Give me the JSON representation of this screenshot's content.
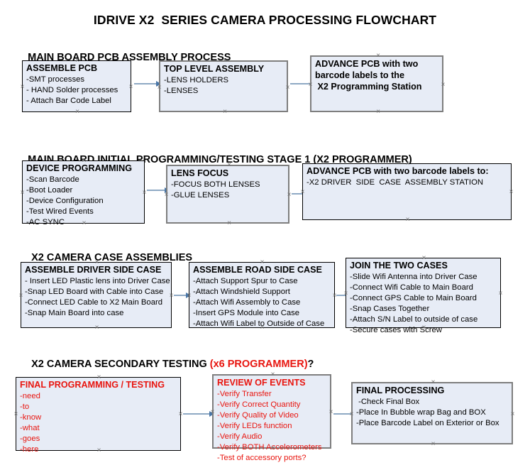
{
  "document": {
    "title": "IDRIVE X2  SERIES CAMERA PROCESSING FLOWCHART",
    "accent_red": "#e8150f",
    "box_fill": "#e7ecf6",
    "arrow_color": "#8ea9c4",
    "arrowhead_color": "#4a77a8"
  },
  "sections": [
    {
      "id": "main-board-pcb-assembly",
      "header": "MAIN BOARD PCB ASSEMBLY PROCESS",
      "header_suffix": "",
      "nodes": [
        {
          "id": "assemble-pcb",
          "title": "ASSEMBLE PCB",
          "lines": [
            "-SMT processes",
            "- HAND Solder processes",
            "- Attach Bar Code Label"
          ]
        },
        {
          "id": "top-level-assembly",
          "title": "TOP LEVEL ASSEMBLY",
          "lines": [
            "-LENS HOLDERS",
            "-LENSES"
          ]
        },
        {
          "id": "advance-pcb-to-x2-programming-station",
          "title": "ADVANCE PCB with two",
          "lines": [
            "barcode labels to the",
            " X2 Programming Station"
          ]
        }
      ]
    },
    {
      "id": "main-board-initial-programming",
      "header": "MAIN BOARD INITIAL PROGRAMMING/TESTING STAGE 1 (X2 PROGRAMMER)",
      "header_suffix": "",
      "nodes": [
        {
          "id": "device-programming",
          "title": "DEVICE PROGRAMMING",
          "lines": [
            "-Scan Barcode",
            "-Boot Loader",
            "-Device Configuration",
            "-Test Wired Events",
            "-AC SYNC"
          ]
        },
        {
          "id": "lens-focus",
          "title": "LENS FOCUS",
          "lines": [
            "-FOCUS BOTH LENSES",
            "-GLUE LENSES"
          ]
        },
        {
          "id": "advance-pcb-to-driver-side-case",
          "title": "ADVANCE PCB with two barcode labels to:",
          "lines": [
            "-X2 DRIVER  SIDE  CASE  ASSEMBLY STATION"
          ]
        }
      ]
    },
    {
      "id": "x2-camera-case-assemblies",
      "header": "X2 CAMERA CASE ASSEMBLIES",
      "header_suffix": "",
      "nodes": [
        {
          "id": "assemble-driver-side-case",
          "title": "ASSEMBLE DRIVER SIDE CASE",
          "lines": [
            "- Insert LED Plastic lens into Driver Case",
            "-Snap LED Board with Cable into Case",
            "-Connect LED Cable to X2 Main Board",
            "-Snap Main Board into case"
          ]
        },
        {
          "id": "assemble-road-side-case",
          "title": "ASSEMBLE ROAD SIDE CASE",
          "lines": [
            "-Attach Support Spur to Case",
            "-Attach Windshield Support",
            "-Attach Wifi Assembly to Case",
            "-Insert GPS Module into Case",
            "-Attach Wifi Label to Outside of Case"
          ]
        },
        {
          "id": "join-the-two-cases",
          "title": "JOIN THE TWO CASES",
          "lines": [
            "-Slide Wifi Antenna into Driver Case",
            "-Connect Wifi Cable to Main Board",
            "-Connect GPS Cable to Main Board",
            "-Snap Cases Together",
            "-Attach S/N Label to outside of case",
            "-Secure cases with Screw"
          ]
        }
      ]
    },
    {
      "id": "x2-camera-secondary-testing",
      "header": "X2 CAMERA SECONDARY TESTING ",
      "header_red": "(x6 PROGRAMMER)",
      "header_suffix": "?",
      "nodes": [
        {
          "id": "final-programming-testing",
          "title": "FINAL PROGRAMMING / TESTING",
          "lines": [
            "-need",
            "-to",
            "-know",
            "-what",
            "-goes",
            "-here"
          ]
        },
        {
          "id": "review-of-events",
          "title": "REVIEW OF EVENTS",
          "lines": [
            "-Verify Transfer",
            "-Verify Correct Quantity",
            "-Verify Quality of Video",
            "-Verify LEDs function",
            "-Verify Audio",
            "-Verify BOTH Accelerometers",
            "-Test of accessory ports?"
          ]
        },
        {
          "id": "final-processing",
          "title": "FINAL PROCESSING",
          "lines": [
            " -Check Final Box",
            "-Place In Bubble wrap Bag and BOX",
            "-Place Barcode Label on Exterior or Box"
          ]
        }
      ]
    }
  ]
}
